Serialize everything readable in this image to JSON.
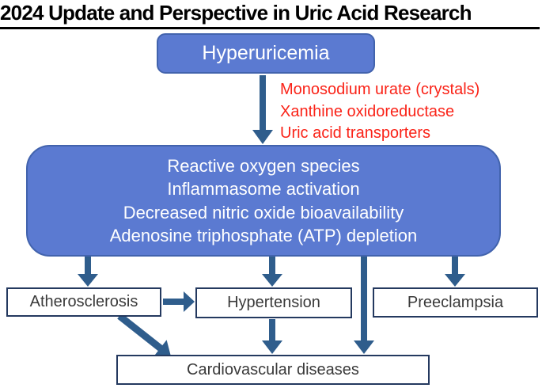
{
  "title": "2024 Update and Perspective in Uric Acid Research",
  "diagram": {
    "hyperuricemia_label": "Hyperuricemia",
    "mechanisms_lines": [
      "Reactive oxygen species",
      "Inflammasome activation",
      "Decreased nitric oxide bioavailability",
      "Adenosine triphosphate (ATP) depletion"
    ],
    "cause_annotations": [
      "Monosodium urate (crystals)",
      "Xanthine oxidoreductase",
      "Uric acid transporters"
    ],
    "outcomes": {
      "atherosclerosis": "Atherosclerosis",
      "hypertension": "Hypertension",
      "preeclampsia": "Preeclampsia",
      "cardiovascular": "Cardiovascular diseases"
    },
    "edges": [
      {
        "from": "Hyperuricemia",
        "to": "Mechanisms box"
      },
      {
        "from": "Mechanisms box",
        "to": "Atherosclerosis"
      },
      {
        "from": "Mechanisms box",
        "to": "Hypertension"
      },
      {
        "from": "Mechanisms box",
        "to": "Cardiovascular diseases"
      },
      {
        "from": "Mechanisms box",
        "to": "Preeclampsia"
      },
      {
        "from": "Atherosclerosis",
        "to": "Hypertension"
      },
      {
        "from": "Atherosclerosis",
        "to": "Cardiovascular diseases"
      },
      {
        "from": "Hypertension",
        "to": "Cardiovascular diseases"
      }
    ],
    "colors": {
      "blue_node_fill": "#5b7ad1",
      "blue_node_border": "#4263ad",
      "arrow": "#2f5d8c",
      "outcome_border": "#24395f",
      "outcome_text": "#3a3a3a",
      "annotation_red": "#fa2318",
      "title_text": "#000000"
    }
  }
}
